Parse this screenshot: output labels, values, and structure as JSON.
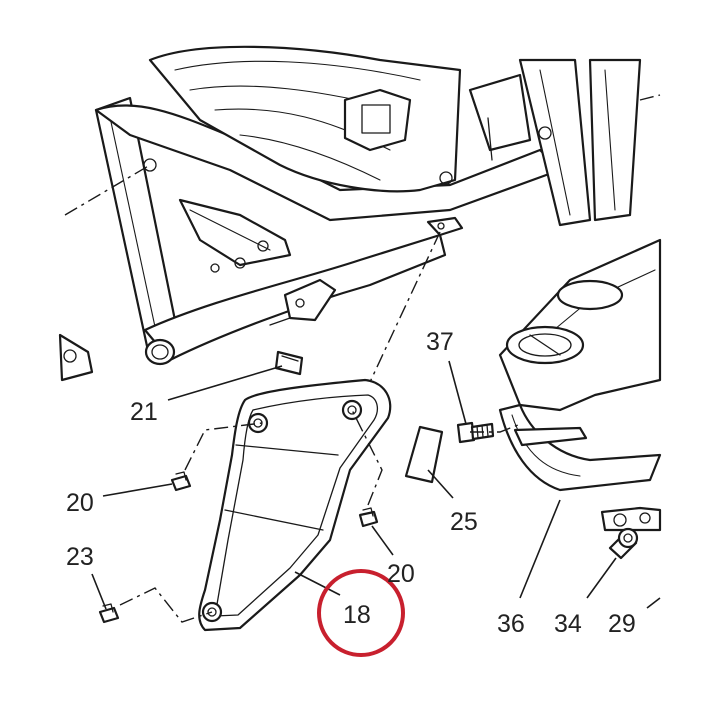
{
  "diagram": {
    "highlight_color": "#c8202e",
    "highlighted_part": "18",
    "callouts": {
      "p21": "21",
      "p20a": "20",
      "p20b": "20",
      "p23": "23",
      "p18": "18",
      "p25": "25",
      "p37": "37",
      "p36": "36",
      "p34": "34",
      "p29": "29"
    }
  }
}
